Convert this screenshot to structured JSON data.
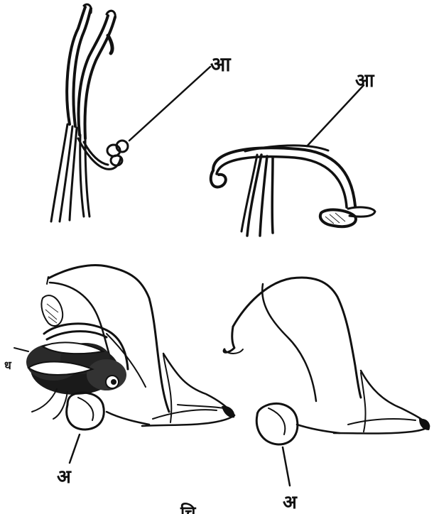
{
  "labels": {
    "stamen_top_left": "आ",
    "stamen_top_right": "आ",
    "flower_left": "अ",
    "flower_right": "अ",
    "insect_marker": "ध",
    "caption_glyph": "चि"
  },
  "colors": {
    "ink": "#111111",
    "paper": "#ffffff"
  }
}
